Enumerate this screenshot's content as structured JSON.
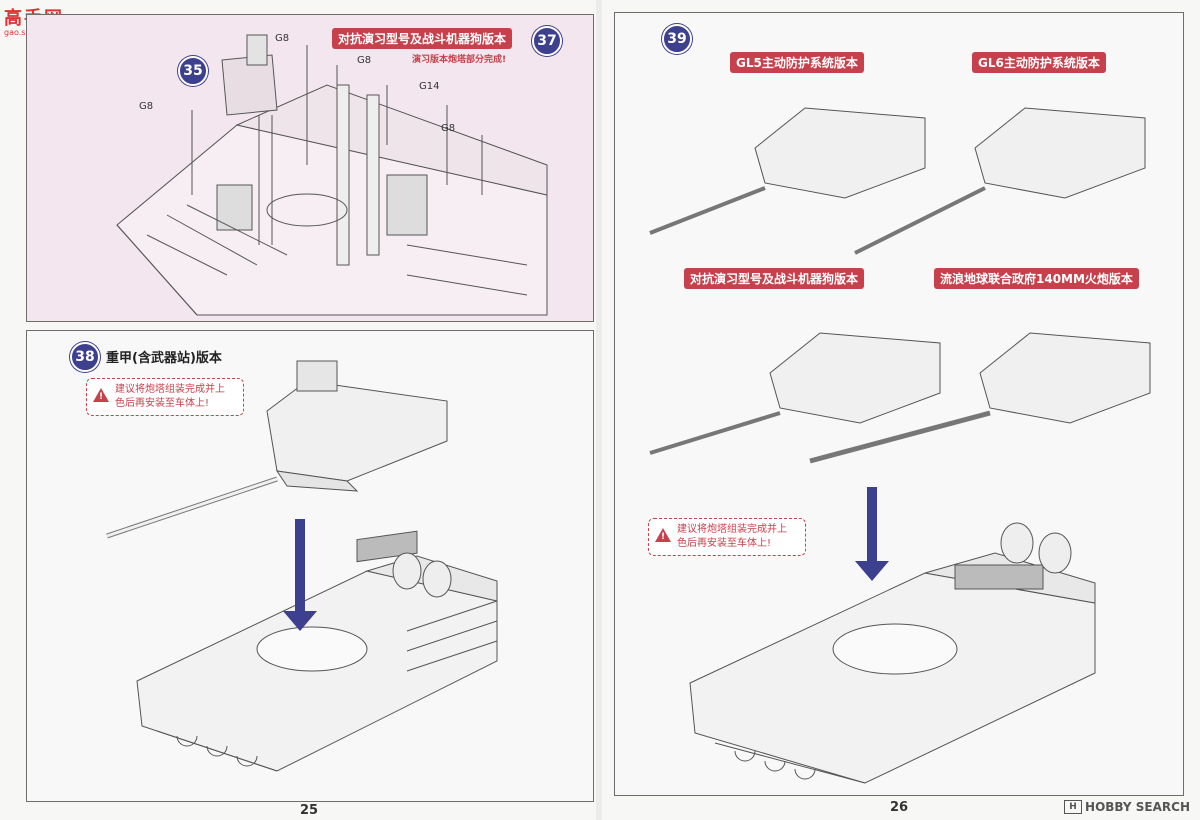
{
  "watermark": {
    "logo_main": "高手网",
    "logo_sub": "gao.shou.com",
    "footer_brand": "HOBBY SEARCH",
    "footer_mark": "H"
  },
  "left_page": {
    "page_number": "25",
    "step37": {
      "step": "37",
      "title": "对抗演习型号及战斗机器狗版本",
      "note": "演习版本炮塔部分完成!",
      "sub_step": "35",
      "parts": [
        "G8",
        "G8",
        "G14",
        "G8",
        "G8"
      ]
    },
    "step38": {
      "step": "38",
      "title": "重甲(含武器站)版本",
      "warning_line1": "建议将炮塔组装完成并上",
      "warning_line2": "色后再安装至车体上!"
    }
  },
  "right_page": {
    "page_number": "26",
    "step39": {
      "step": "39",
      "variants": [
        "GL5主动防护系统版本",
        "GL6主动防护系统版本",
        "对抗演习型号及战斗机器狗版本",
        "流浪地球联合政府140MM火炮版本"
      ],
      "warning_line1": "建议将炮塔组装完成并上",
      "warning_line2": "色后再安装至车体上!"
    }
  },
  "colors": {
    "accent_red": "#c6414b",
    "step_blue": "#3d3f8f",
    "arrow_blue": "#3d3f8f"
  }
}
